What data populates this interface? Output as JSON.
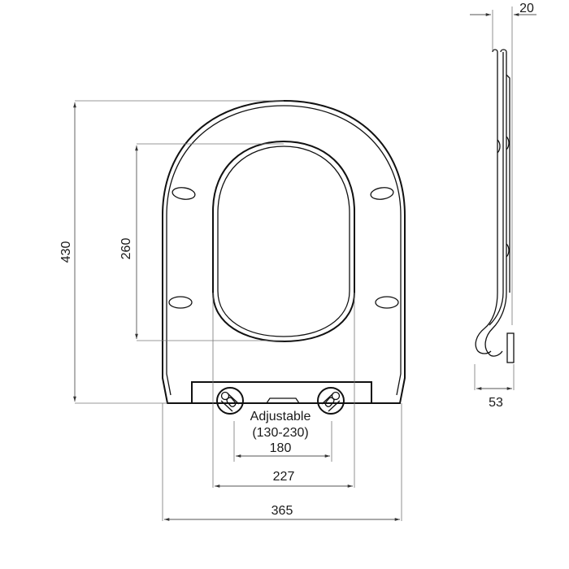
{
  "drawing": {
    "subject": "Toilet seat dimensional drawing",
    "units": "mm",
    "front_view": {
      "overall_length": "430",
      "inner_opening_length": "260",
      "overall_width": "365",
      "inner_opening_width": "227",
      "hinge_spacing": "180",
      "hinge_adjustable_label": "Adjustable",
      "hinge_adjustable_range": "(130-230)"
    },
    "side_view": {
      "thickness": "20",
      "hinge_depth": "53"
    },
    "colors": {
      "line": "#111111",
      "dimension": "#555555",
      "background": "#ffffff"
    }
  }
}
